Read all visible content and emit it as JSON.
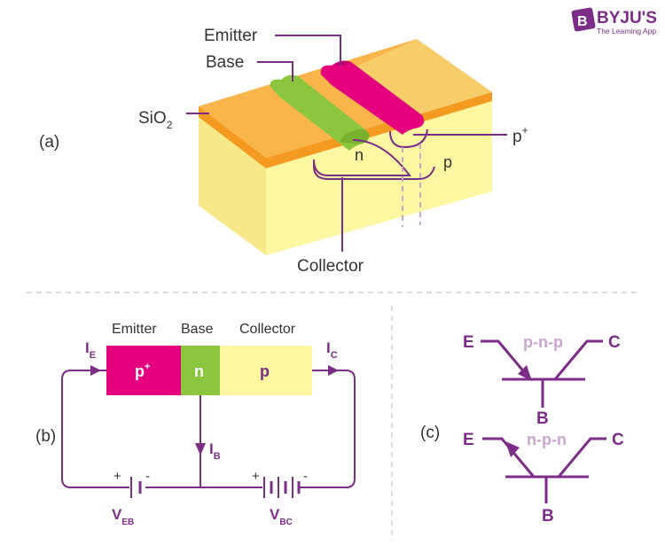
{
  "logo": {
    "brand": "BYJU'S",
    "tagline": "The Learning App"
  },
  "panel_a": {
    "tag": "(a)",
    "emitter": "Emitter",
    "base": "Base",
    "sio2": "SiO",
    "sio2_sub": "2",
    "n_region": "n",
    "p_region": "p",
    "p_plus": "p",
    "p_plus_sup": "+",
    "collector": "Collector"
  },
  "panel_b": {
    "tag": "(b)",
    "emitter": "Emitter",
    "base": "Base",
    "collector": "Collector",
    "seg_p_plus": "p",
    "seg_p_plus_sup": "+",
    "seg_n": "n",
    "seg_p": "p",
    "ie": "I",
    "ie_sub": "E",
    "ic": "I",
    "ic_sub": "C",
    "ib": "I",
    "ib_sub": "B",
    "veb": "V",
    "veb_sub": "EB",
    "vbc": "V",
    "vbc_sub": "BC",
    "plus": "+",
    "minus": "-"
  },
  "panel_c": {
    "tag": "(c)",
    "pnp": {
      "type": "p-n-p",
      "e": "E",
      "c": "C",
      "b": "B"
    },
    "npn": {
      "type": "n-p-n",
      "e": "E",
      "c": "C",
      "b": "B"
    }
  },
  "colors": {
    "purple": "#7b2d87",
    "magenta": "#e5007e",
    "green": "#8cc63f",
    "yellow": "#fdf7a1",
    "orange": "#f7a531",
    "dash": "#c8c8c8"
  }
}
